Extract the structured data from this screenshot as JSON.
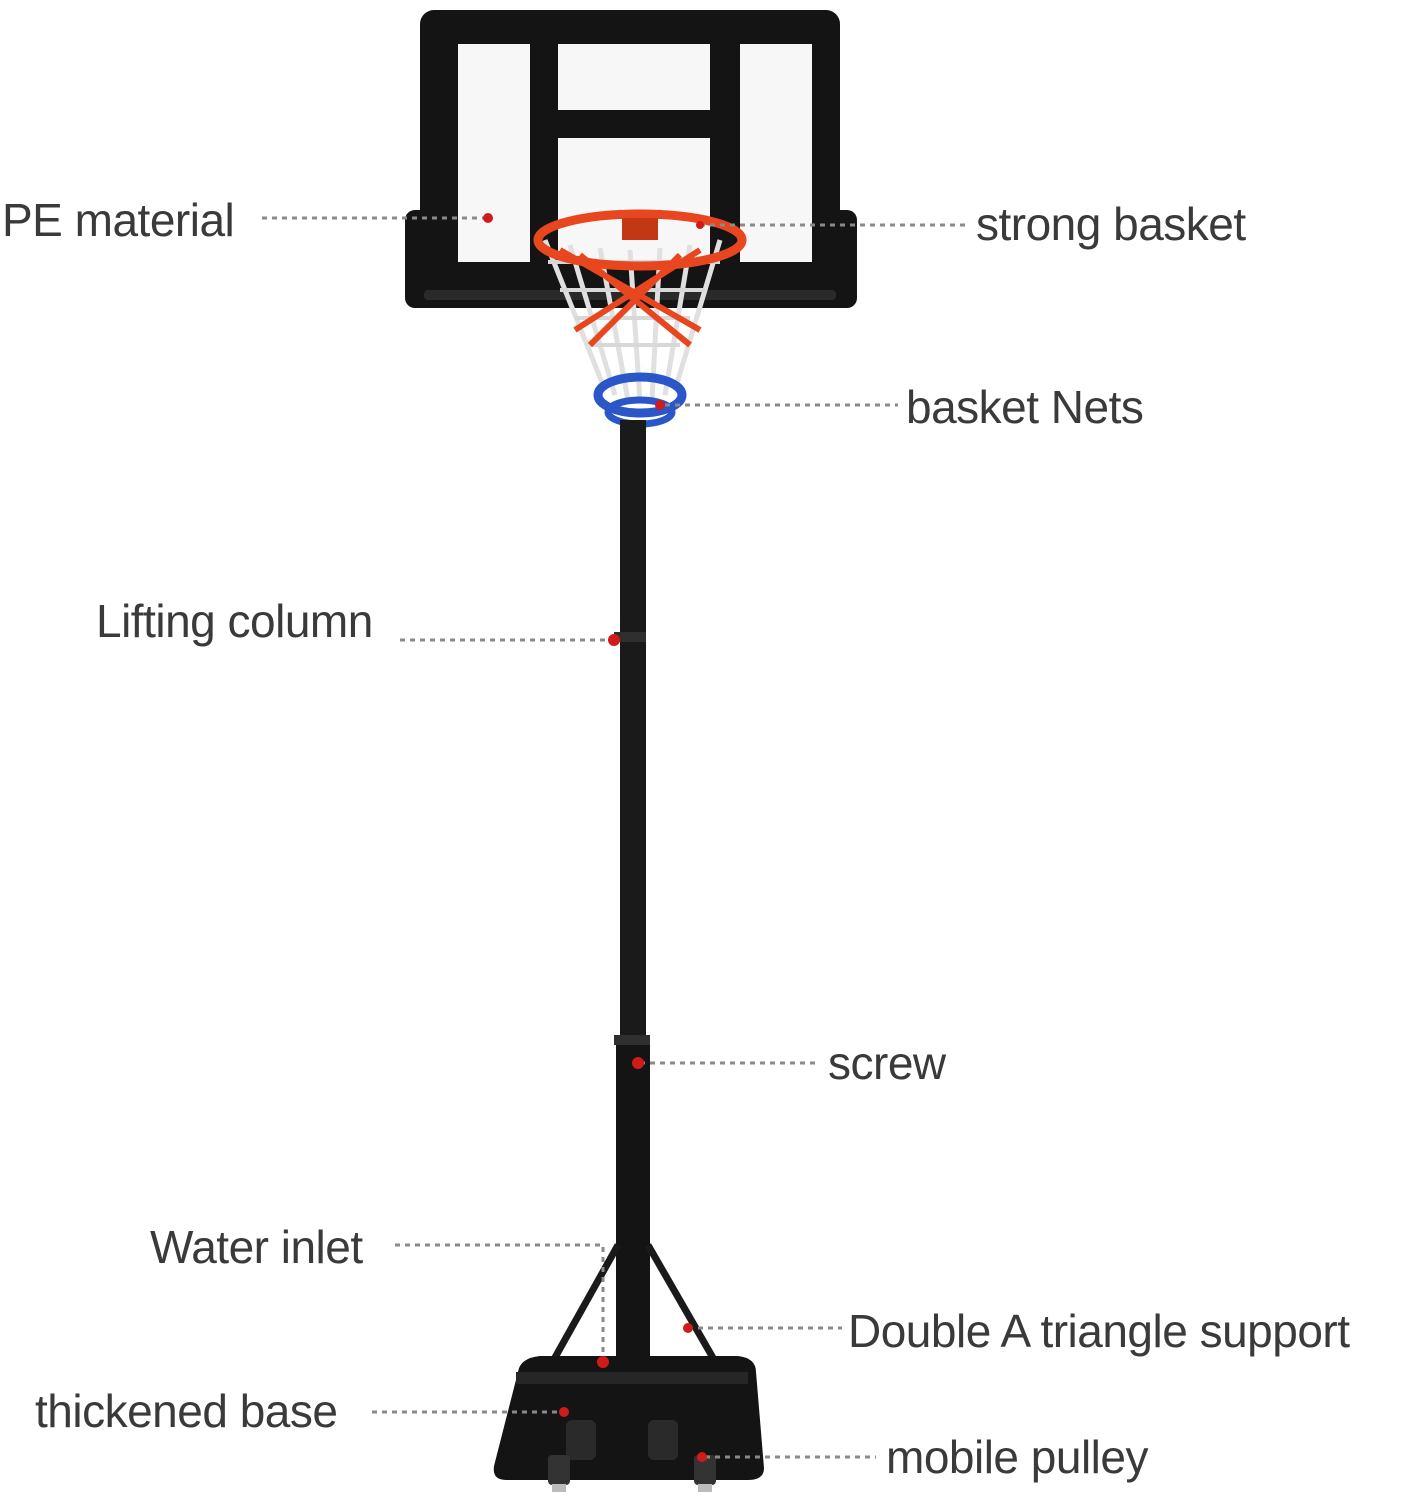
{
  "labels": {
    "pe_material": "PE material",
    "strong_basket": "strong basket",
    "basket_nets": "basket Nets",
    "lifting_column": "Lifting column",
    "screw": "screw",
    "water_inlet": "Water inlet",
    "triangle_support": "Double A triangle support",
    "thickened_base": "thickened base",
    "mobile_pulley": "mobile pulley"
  },
  "colors": {
    "frame": "#141414",
    "panel": "#f7f7f7",
    "rim": "#e8461e",
    "net_white": "#e6e6e6",
    "net_blue": "#2a56c8",
    "marker": "#d11a1a",
    "leader": "#8a8a8a",
    "text": "#3a3a3a"
  }
}
